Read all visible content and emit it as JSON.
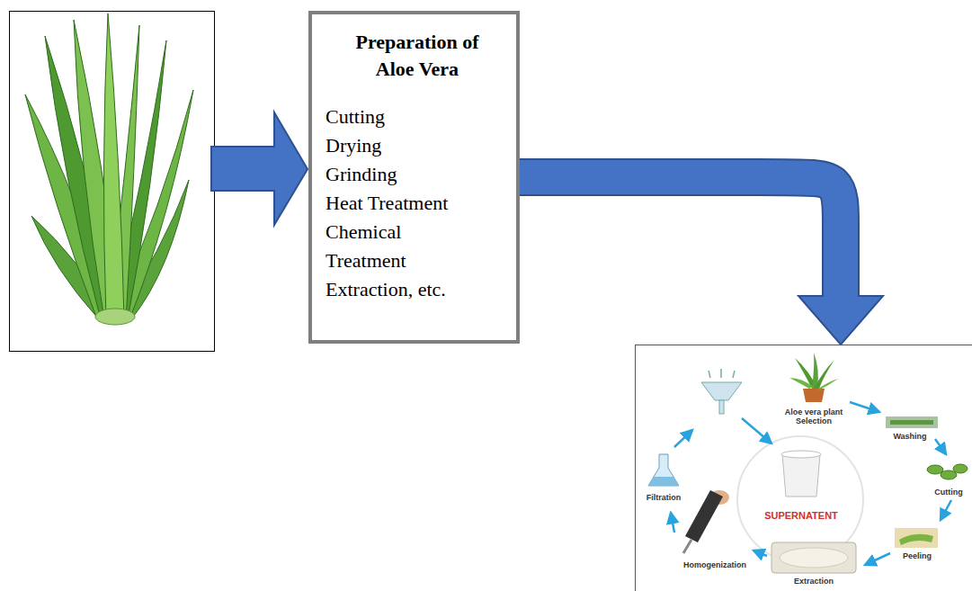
{
  "diagram": {
    "nodes": [
      {
        "text": [
          "Preparation of Aloe Vera",
          "Cutting",
          "Drying",
          "Grinding",
          "Heat Treatment",
          "Chemical Treatment",
          "Extraction, etc."
        ]
      },
      {
        "text": [
          "SUPERNATENT"
        ]
      }
    ],
    "edges": [
      {
        "from": 0,
        "to": 1,
        "arrow": "to"
      }
    ],
    "labels": [
      "Aloe vera plant Selection",
      "Washing",
      "Cutting",
      "Peeling",
      "Extraction",
      "Homogenization",
      "Filtration"
    ]
  }
}
